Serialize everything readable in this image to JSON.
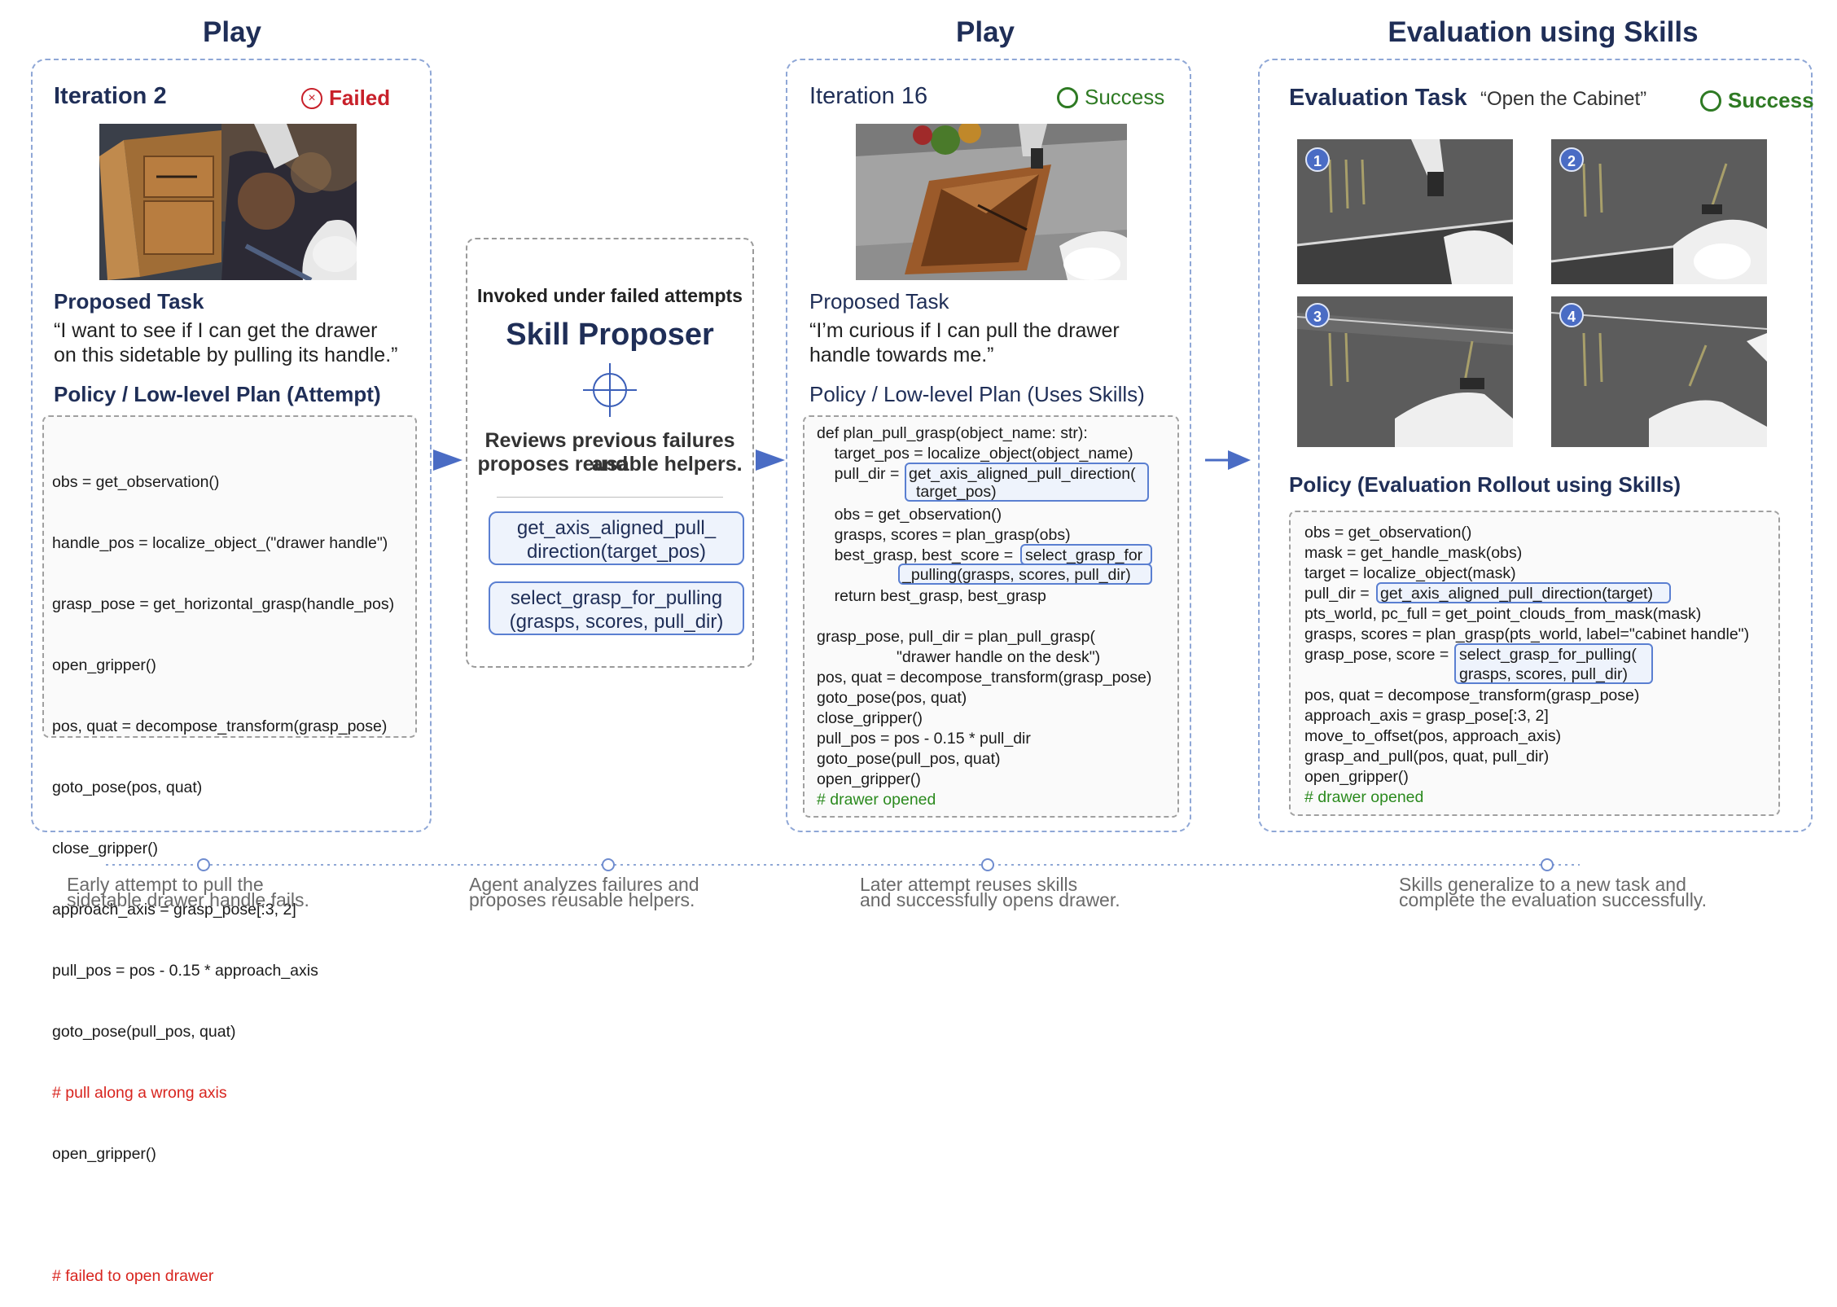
{
  "sections": {
    "play1": "Play",
    "play2": "Play",
    "eval": "Evaluation using Skills"
  },
  "panel1": {
    "iteration": "Iteration 2",
    "status": "Failed",
    "proposed_task_label": "Proposed Task",
    "quote_line1": "“I want to see if I can get the drawer",
    "quote_line2": "on this sidetable by pulling its handle.”",
    "policy_label": "Policy / Low-level Plan (Attempt)",
    "code": [
      "obs = get_observation()",
      "handle_pos = localize_object_(\"drawer handle\")",
      "grasp_pose = get_horizontal_grasp(handle_pos)",
      "open_gripper()",
      "pos, quat = decompose_transform(grasp_pose)",
      "goto_pose(pos, quat)",
      "close_gripper()",
      "approach_axis = grasp_pose[:3, 2]",
      "pull_pos = pos - 0.15 * approach_axis",
      "goto_pose(pull_pos, quat)",
      "# pull along a wrong axis",
      "open_gripper()",
      "",
      "# failed to open drawer"
    ]
  },
  "proposer": {
    "invoked": "Invoked under failed attempts",
    "title": "Skill Proposer",
    "desc_line1": "Reviews previous failures and",
    "desc_line2": "proposes reusable helpers.",
    "helper1_line1": "get_axis_aligned_pull_",
    "helper1_line2": "direction(target_pos)",
    "helper2_line1": "select_grasp_for_pulling",
    "helper2_line2": "(grasps, scores, pull_dir)"
  },
  "panel2": {
    "iteration": "Iteration 16",
    "status": "Success",
    "proposed_task_label": "Proposed Task",
    "quote_line1": "“I’m curious if I can pull the drawer",
    "quote_line2": "handle towards me.”",
    "policy_label": "Policy / Low-level Plan (Uses Skills)",
    "code": {
      "l1": "def plan_pull_grasp(object_name: str):",
      "l2": "    target_pos = localize_object(object_name)",
      "l3a": "    pull_dir = ",
      "l3b": "get_axis_aligned_pull_direction(",
      "l4": "target_pos)",
      "l5": "    obs = get_observation()",
      "l6": "    grasps, scores = plan_grasp(obs)",
      "l7a": "    best_grasp, best_score = ",
      "l7b": "select_grasp_for",
      "l8": "_pulling(grasps, scores, pull_dir)",
      "l9": "    return best_grasp, best_grasp",
      "l10": "grasp_pose, pull_dir = plan_pull_grasp(",
      "l11": "\"drawer handle on the desk\")",
      "l12": "pos, quat = decompose_transform(grasp_pose)",
      "l13": "goto_pose(pos, quat)",
      "l14": "close_gripper()",
      "l15": "pull_pos = pos - 0.15 * pull_dir",
      "l16": "goto_pose(pull_pos, quat)",
      "l17": "open_gripper()",
      "l18": "# drawer opened"
    }
  },
  "panel3": {
    "task_label": "Evaluation Task",
    "task_quote": "“Open the Cabinet”",
    "status": "Success",
    "badges": [
      "1",
      "2",
      "3",
      "4"
    ],
    "policy_label": "Policy (Evaluation Rollout using Skills)",
    "code": {
      "l1": "obs = get_observation()",
      "l2": "mask = get_handle_mask(obs)",
      "l3": "target = localize_object(mask)",
      "l4a": "pull_dir = ",
      "l4b": "get_axis_aligned_pull_direction(target)",
      "l5": "pts_world, pc_full = get_point_clouds_from_mask(mask)",
      "l6": "grasps, scores = plan_grasp(pts_world, label=\"cabinet handle\")",
      "l7a": "grasp_pose, score = ",
      "l7b": "select_grasp_for_pulling(",
      "l8": "grasps, scores, pull_dir)",
      "l9": "pos, quat = decompose_transform(grasp_pose)",
      "l10": "approach_axis = grasp_pose[:3, 2]",
      "l11": "move_to_offset(pos, approach_axis)",
      "l12": "grasp_and_pull(pos, quat, pull_dir)",
      "l13": "open_gripper()",
      "l14": "# drawer opened"
    }
  },
  "timeline": {
    "cap1_line1": "Early attempt to pull the",
    "cap1_line2": "sidetable drawer handle fails.",
    "cap2_line1": "Agent analyzes failures and",
    "cap2_line2": "proposes reusable helpers.",
    "cap3_line1": "Later attempt reuses skills",
    "cap3_line2": "and successfully opens drawer.",
    "cap4_line1": "Skills generalize to a new task and",
    "cap4_line2": "complete the evaluation successfully."
  },
  "colors": {
    "accent": "#4a6cc4",
    "fail": "#c8202a",
    "success": "#2e7a23",
    "title": "#1f2e57"
  }
}
